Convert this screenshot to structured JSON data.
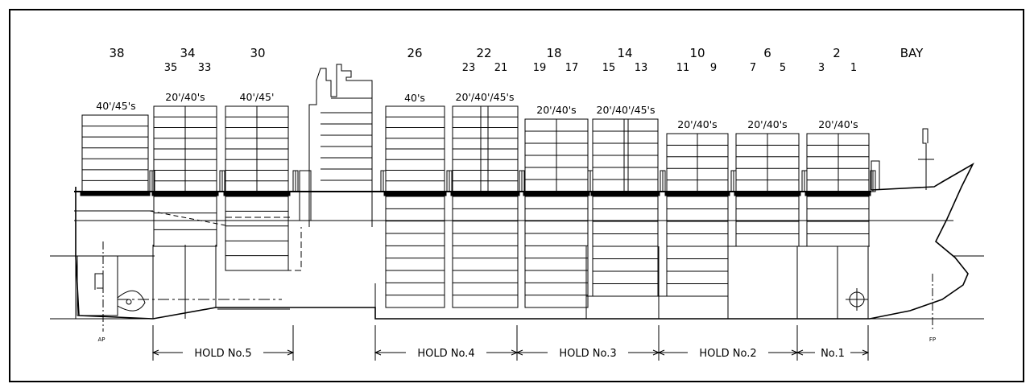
{
  "bay_numbers": [
    {
      "label": "38"
    },
    {
      "label": "34"
    },
    {
      "label": "30"
    },
    {
      "label": "26"
    },
    {
      "label": "22"
    },
    {
      "label": "18"
    },
    {
      "label": "14"
    },
    {
      "label": "10"
    },
    {
      "label": "6"
    },
    {
      "label": "2"
    },
    {
      "label": "BAY"
    }
  ],
  "bay_sub_numbers": [
    {
      "label": "35"
    },
    {
      "label": "33"
    },
    {
      "label": "23"
    },
    {
      "label": "21"
    },
    {
      "label": "19"
    },
    {
      "label": "17"
    },
    {
      "label": "15"
    },
    {
      "label": "13"
    },
    {
      "label": "11"
    },
    {
      "label": "9"
    },
    {
      "label": "7"
    },
    {
      "label": "5"
    },
    {
      "label": "3"
    },
    {
      "label": "1"
    }
  ],
  "container_labels": [
    {
      "label": "40'/45's"
    },
    {
      "label": "20'/40's"
    },
    {
      "label": "40'/45'"
    },
    {
      "label": "40's"
    },
    {
      "label": "20'/40'/45's"
    },
    {
      "label": "20'/40's"
    },
    {
      "label": "20'/40'/45's"
    },
    {
      "label": "20'/40's"
    },
    {
      "label": "20'/40's"
    },
    {
      "label": "20'/40's"
    }
  ],
  "holds": [
    {
      "label": "HOLD No.5"
    },
    {
      "label": "HOLD No.4"
    },
    {
      "label": "HOLD No.3"
    },
    {
      "label": "HOLD No.2"
    },
    {
      "label": "No.1"
    }
  ],
  "markers": {
    "aft": "AP",
    "fore": "FP"
  }
}
